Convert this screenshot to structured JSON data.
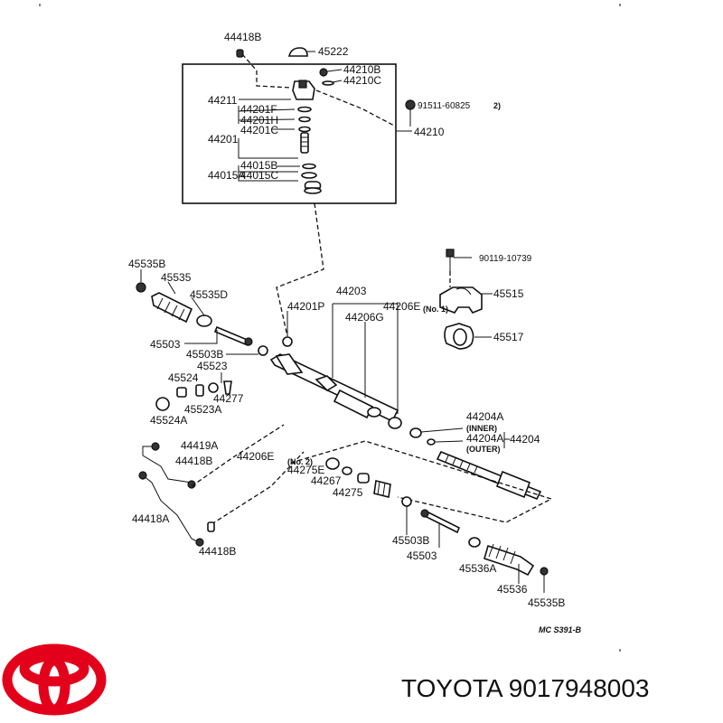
{
  "labels": {
    "p44418B_top": "44418B",
    "p45222": "45222",
    "p44210B": "44210B",
    "p44210C": "44210C",
    "p44211": "44211",
    "p44201F": "44201F",
    "p44201H": "44201H",
    "p44201C": "44201C",
    "p44201": "44201",
    "p44015B": "44015B",
    "p44015A": "44015A",
    "p44015C": "44015C",
    "p91511": "91511-60825",
    "note2": "2)",
    "p44210": "44210",
    "p90119": "90119-10739",
    "p45535B_left": "45535B",
    "p45535_left": "45535",
    "p45535D": "45535D",
    "p44203": "44203",
    "p44201P": "44201P",
    "p44206E_top": "44206E",
    "no1": "(No. 1)",
    "p45515": "45515",
    "p44206G": "44206G",
    "p45517": "45517",
    "p45503_left": "45503",
    "p45503B_left": "45503B",
    "p45523": "45523",
    "p45524": "45524",
    "p44277": "44277",
    "p45523A": "45523A",
    "p45524A": "45524A",
    "p44204A_1": "44204A",
    "inner": "(INNER)",
    "p44204A_2": "44204A",
    "p44204": "44204",
    "outer": "(OUTER)",
    "p44419A": "44419A",
    "p44418B_mid": "44418B",
    "p44206E_mid": "44206E",
    "no2": "(No. 2)",
    "p44275E": "44275E",
    "p44267": "44267",
    "p44275": "44275",
    "p44418A": "44418A",
    "p44418B_bot": "44418B",
    "p45503B_right": "45503B",
    "p45503_right": "45503",
    "p45536A": "45536A",
    "p45536": "45536",
    "p45535B_right": "45535B",
    "code": "MC  S391-B"
  },
  "footer": {
    "brand_text": "TOYOTA 9017948003",
    "logo_color": "#e3001b"
  }
}
